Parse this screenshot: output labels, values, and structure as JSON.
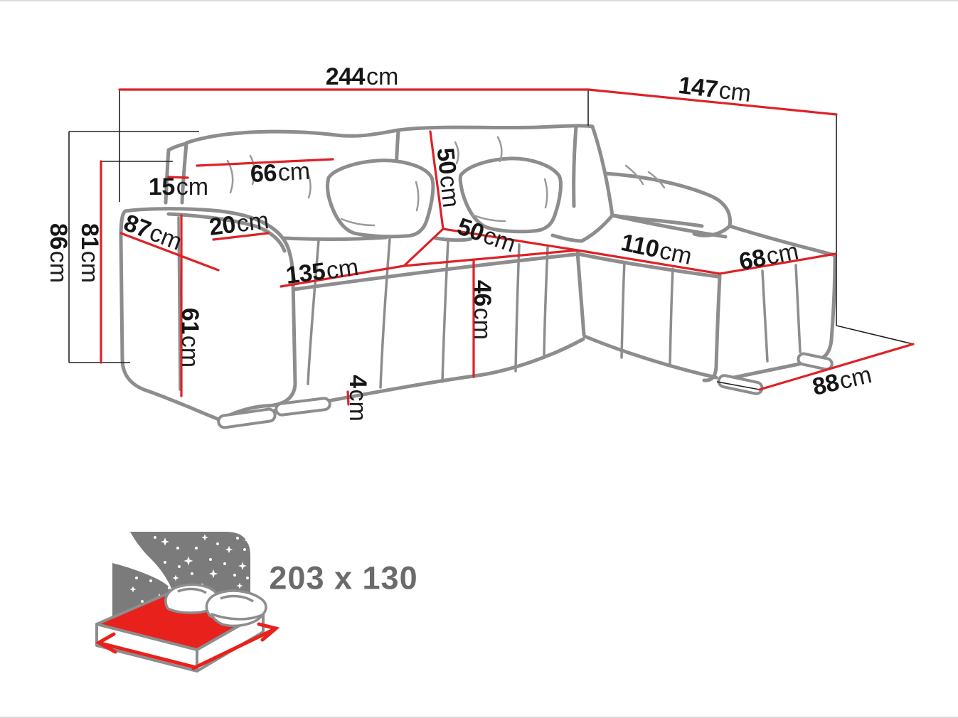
{
  "colors": {
    "dimension_line_red": "#de2126",
    "sofa_outline_gray": "#8d8d8d",
    "reference_line_black": "#222222",
    "label_text_black": "#161616",
    "bed_icon_gray": "#7b7b7b",
    "mattress_red": "#e8211d",
    "sleeping_size_text_gray": "#6b6b6b"
  },
  "dimensions": {
    "total_width": {
      "value": "244",
      "unit": "cm"
    },
    "total_depth": {
      "value": "147",
      "unit": "cm"
    },
    "back_cushion_width": {
      "value": "66",
      "unit": "cm"
    },
    "back_cushion_height": {
      "value": "50",
      "unit": "cm"
    },
    "backrest_thickness": {
      "value": "15",
      "unit": "cm"
    },
    "armrest_depth": {
      "value": "87",
      "unit": "cm"
    },
    "armrest_width": {
      "value": "20",
      "unit": "cm"
    },
    "total_height": {
      "value": "86",
      "unit": "cm"
    },
    "backrest_height": {
      "value": "81",
      "unit": "cm"
    },
    "corner_seat_depth": {
      "value": "50",
      "unit": "cm"
    },
    "chaise_length": {
      "value": "110",
      "unit": "cm"
    },
    "chaise_width": {
      "value": "68",
      "unit": "cm"
    },
    "seat_width": {
      "value": "135",
      "unit": "cm"
    },
    "armrest_height": {
      "value": "61",
      "unit": "cm"
    },
    "seat_height": {
      "value": "46",
      "unit": "cm"
    },
    "leg_height": {
      "value": "4",
      "unit": "cm"
    },
    "chaise_floor_width": {
      "value": "88",
      "unit": "cm"
    }
  },
  "sleeping_area": {
    "icon": "sleeping-function-bed-icon",
    "size_label": "203 x 130"
  }
}
